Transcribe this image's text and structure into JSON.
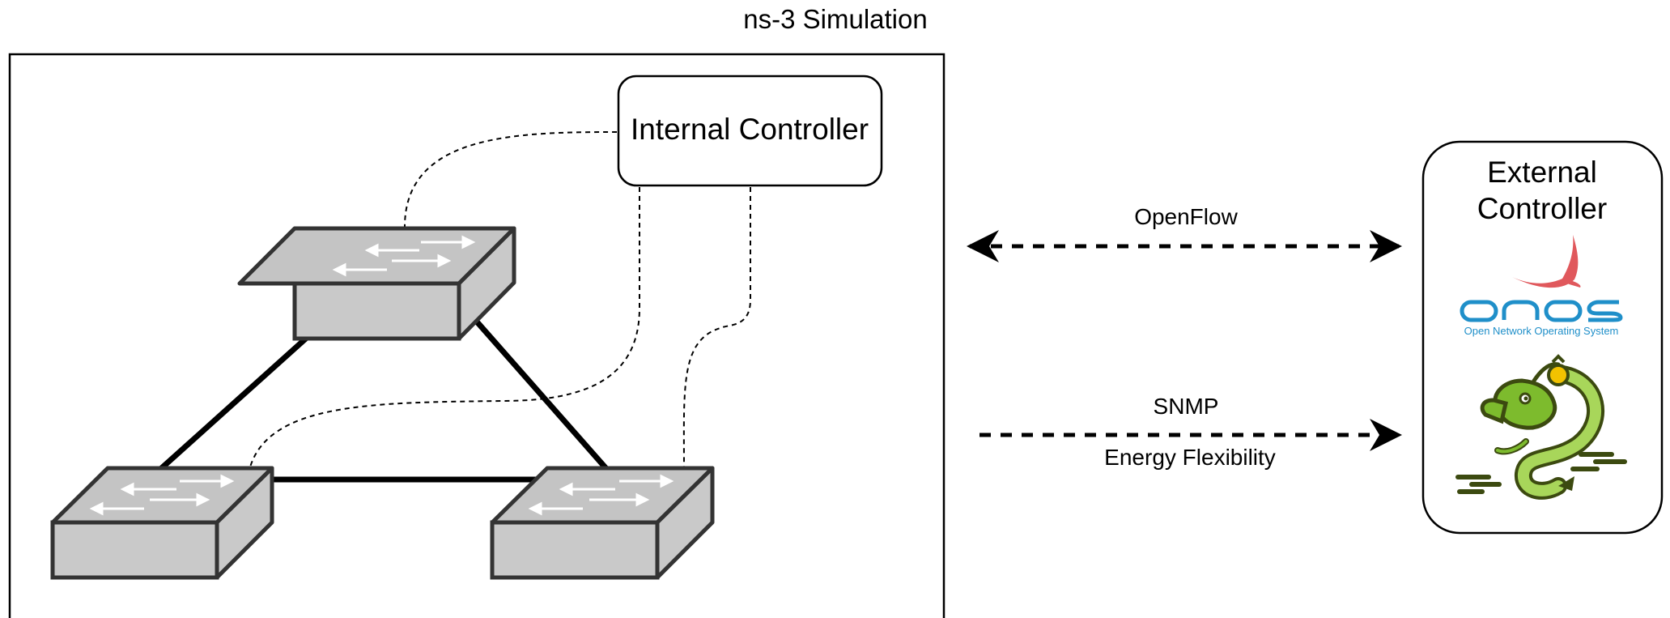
{
  "simulation": {
    "title": "ns-3 Simulation",
    "internal_controller": "Internal Controller"
  },
  "links": {
    "openflow_label": "OpenFlow",
    "snmp_label": "SNMP",
    "energy_label": "Energy Flexibility"
  },
  "external_controller": {
    "title_line1": "External",
    "title_line2": "Controller",
    "onos_logo_text": "ONOS",
    "onos_tagline": "Open Network Operating System",
    "onos_color": "#1f8fc9",
    "bird_color": "#e0585c",
    "dragon_color": "#7dbb2d"
  },
  "switch_colors": {
    "face": "#c9c9c9",
    "top": "#b8b8b8",
    "outline": "#333333"
  }
}
